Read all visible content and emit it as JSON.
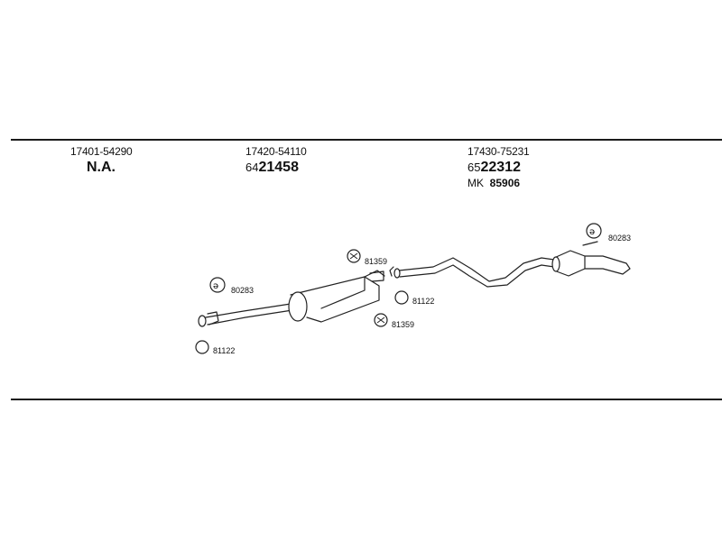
{
  "columns": [
    {
      "part_number": "17401-54290",
      "main_prefix": "",
      "main_number": "N.A.",
      "extra_label": "",
      "extra_number": ""
    },
    {
      "part_number": "17420-54110",
      "main_prefix": "64",
      "main_number": "21458",
      "extra_label": "",
      "extra_number": ""
    },
    {
      "part_number": "17430-75231",
      "main_prefix": "65",
      "main_number": "22312",
      "extra_label": "MK",
      "extra_number": "85906"
    }
  ],
  "callouts": {
    "clamp_left": "80283",
    "ring_left": "81122",
    "hanger_top": "81359",
    "ring_mid": "81122",
    "hanger_bottom": "81359",
    "clamp_right": "80283"
  }
}
